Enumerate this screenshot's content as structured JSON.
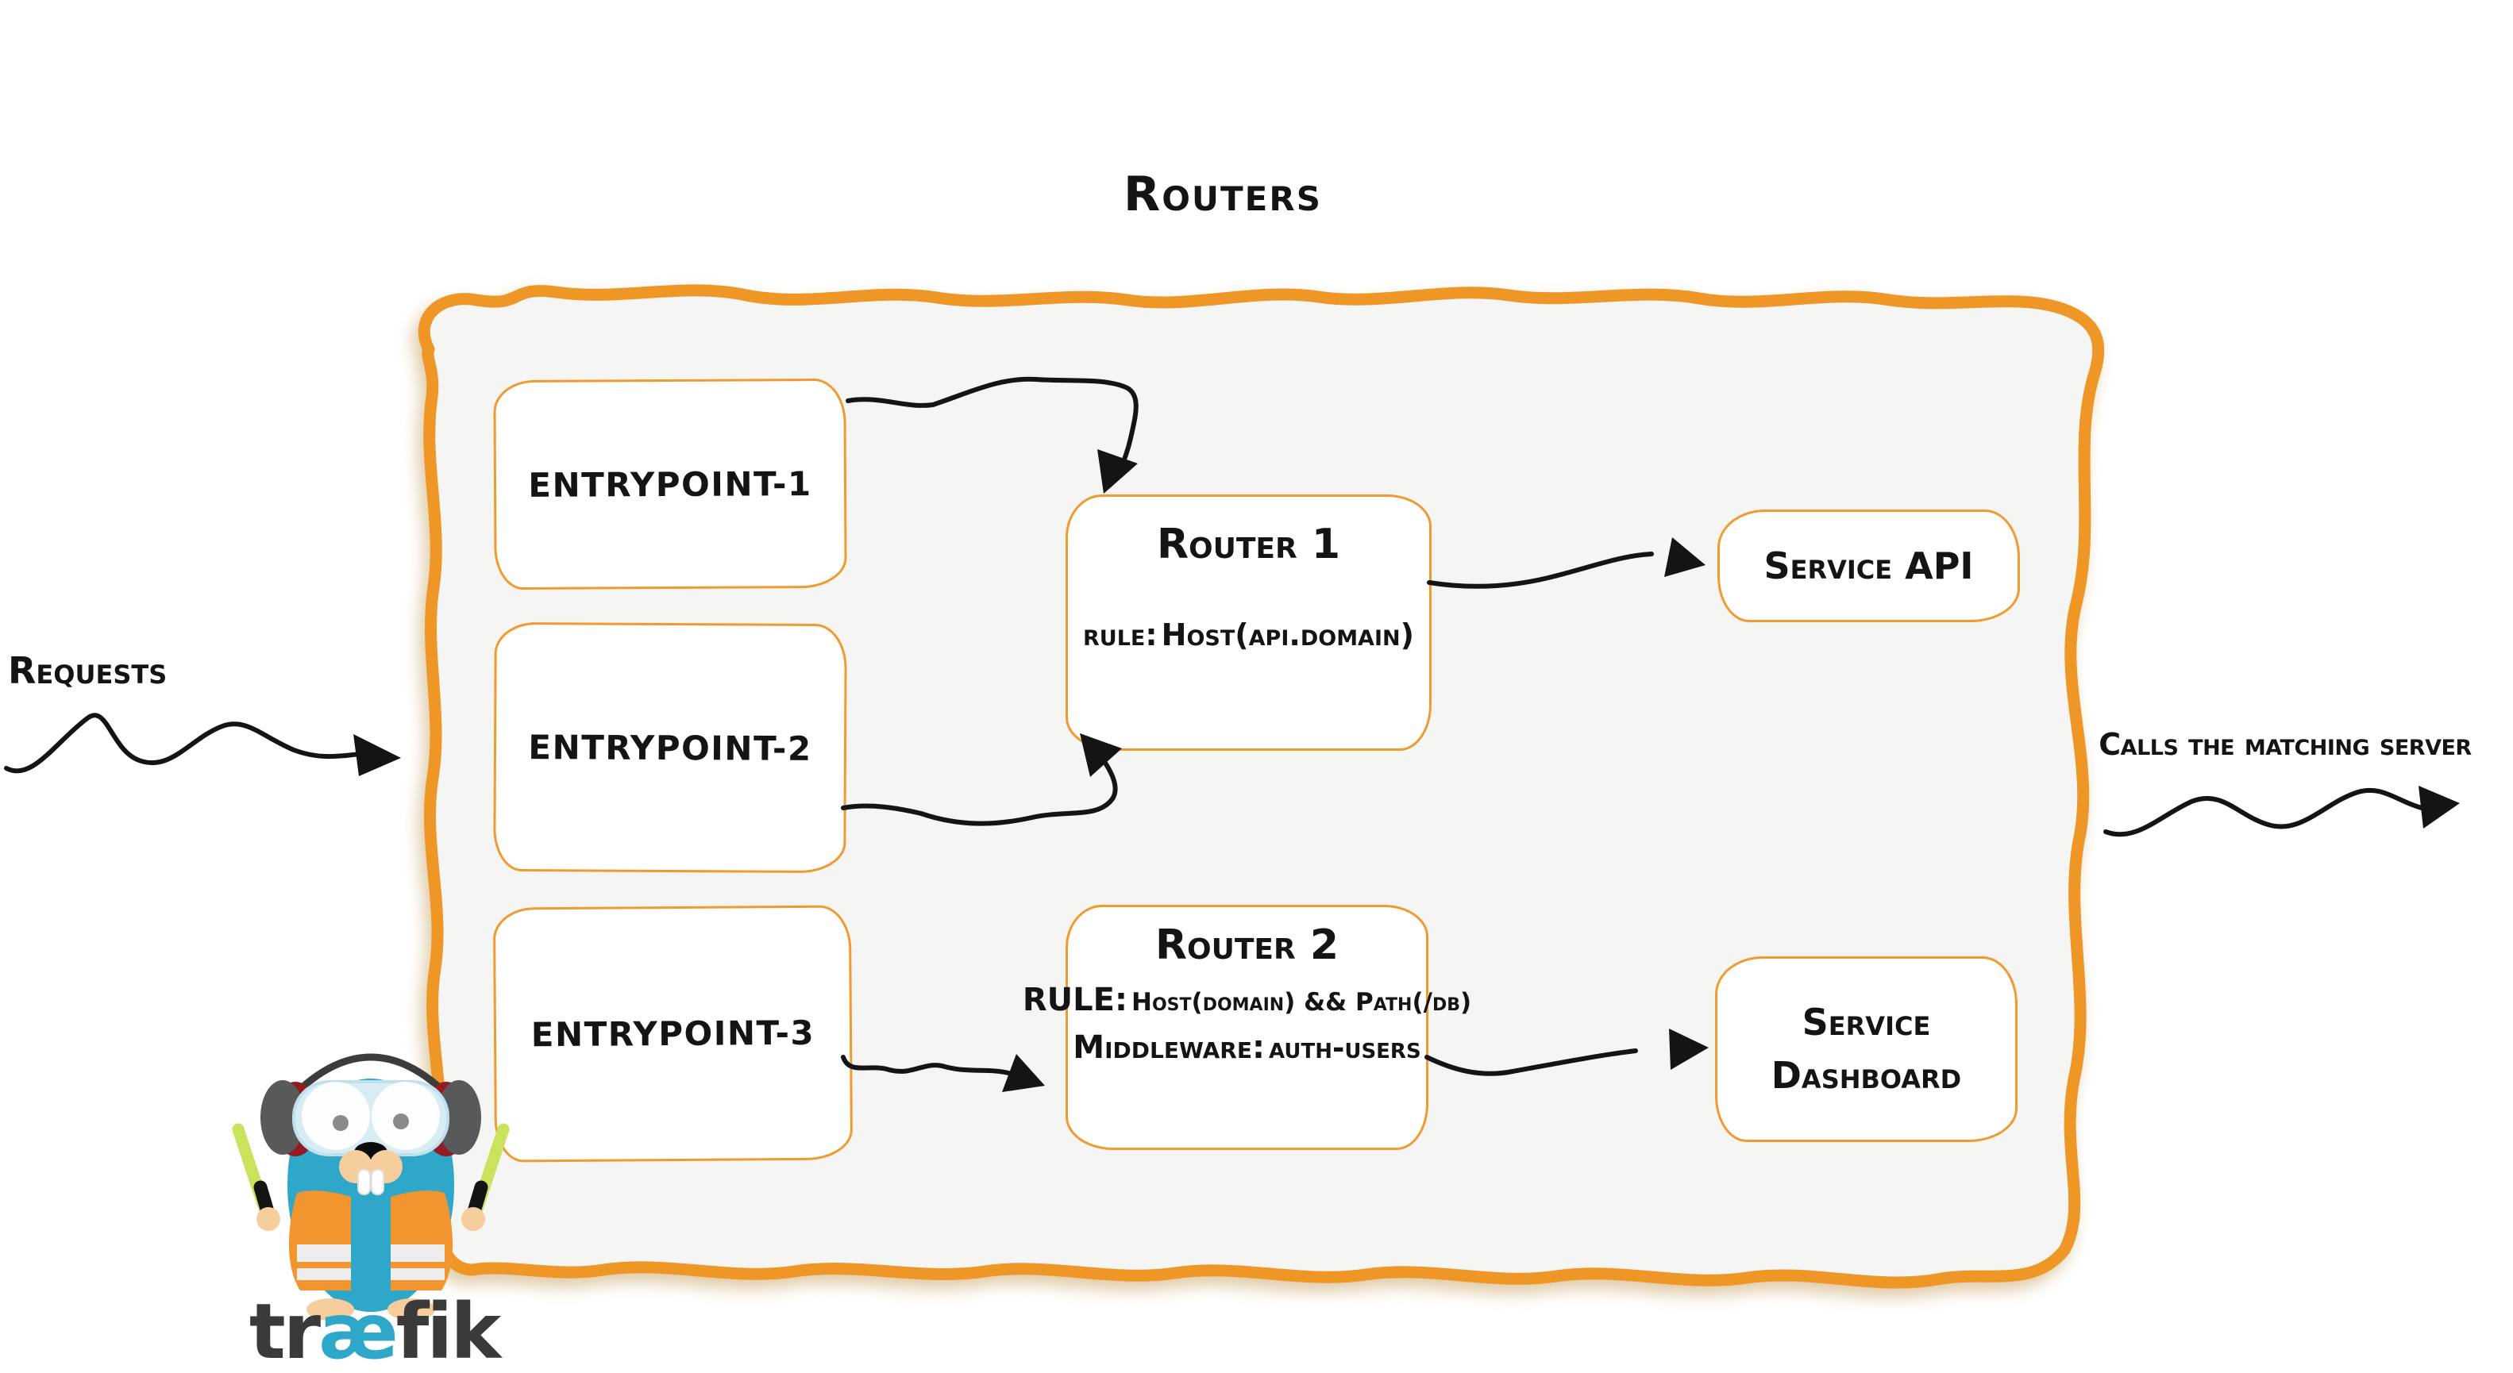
{
  "diagram": {
    "title": "Routers",
    "requests_label": "Requests",
    "calls_label": "Calls the matching server",
    "entrypoints": [
      {
        "label": "entrypoint-1"
      },
      {
        "label": "entrypoint-2"
      },
      {
        "label": "entrypoint-3"
      }
    ],
    "routers": [
      {
        "title": "Router 1",
        "rule_prefix": "rule:",
        "rule_body": "Host(api.domain)"
      },
      {
        "title": "Router 2",
        "rule_prefix": "RULE:",
        "rule_body": "Host(domain) && Path(/db)",
        "middleware_prefix": "Middleware:",
        "middleware_body": "auth-users"
      }
    ],
    "services": [
      {
        "label": "Service API"
      },
      {
        "label": "Service Dashboard"
      }
    ],
    "logo": {
      "pre": "tr",
      "ae": "æ",
      "post": "fik"
    },
    "colors": {
      "accent_orange": "#EE9626",
      "box_border_orange": "#F09A30",
      "container_fill": "#F5F5F3",
      "arrow_black": "#141414",
      "traefik_teal": "#2EA7C9",
      "wordmark_gray": "#3A3A3A",
      "vest_orange": "#F2952F",
      "stick_green": "#C9E45C"
    }
  }
}
